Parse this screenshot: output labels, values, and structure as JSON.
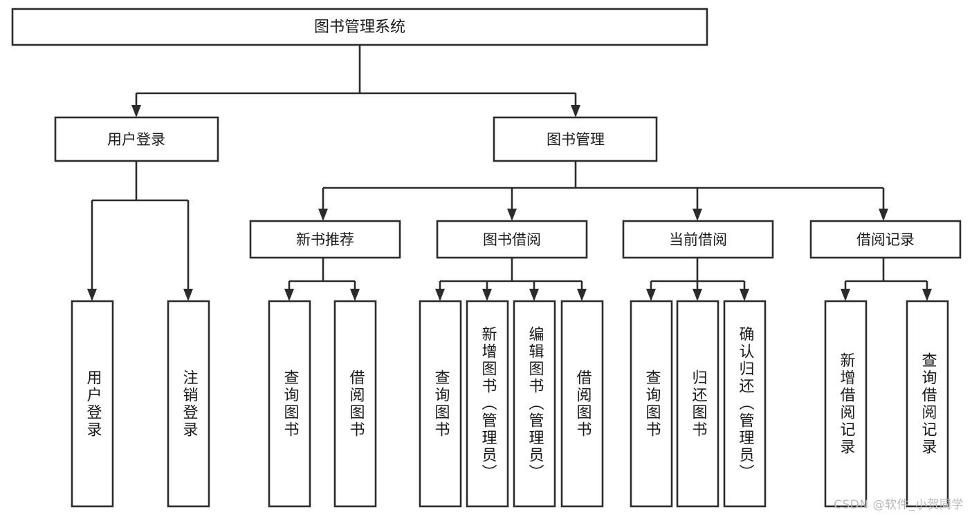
{
  "diagram": {
    "title": "图书管理系统",
    "type": "tree-hierarchy",
    "watermark": "CSDN @软件_小贺同学",
    "accent_color": "#2b2b2b",
    "background_color": "#ffffff",
    "root": {
      "label": "图书管理系统"
    },
    "level2": [
      {
        "label": "用户登录"
      },
      {
        "label": "图书管理"
      }
    ],
    "level3": [
      {
        "label": "新书推荐"
      },
      {
        "label": "图书借阅"
      },
      {
        "label": "当前借阅"
      },
      {
        "label": "借阅记录"
      }
    ],
    "leaves": {
      "user_login": [
        {
          "label": "用户登录"
        },
        {
          "label": "注销登录"
        }
      ],
      "new_book": [
        {
          "label": "查询图书"
        },
        {
          "label": "借阅图书"
        }
      ],
      "book_borrow": [
        {
          "label": "查询图书"
        },
        {
          "label": "新增图书（管理员）"
        },
        {
          "label": "编辑图书（管理员）"
        },
        {
          "label": "借阅图书"
        }
      ],
      "current_borrow": [
        {
          "label": "查询图书"
        },
        {
          "label": "归还图书"
        },
        {
          "label": "确认归还（管理员）"
        }
      ],
      "borrow_record": [
        {
          "label": "新增借阅记录"
        },
        {
          "label": "查询借阅记录"
        }
      ]
    }
  }
}
